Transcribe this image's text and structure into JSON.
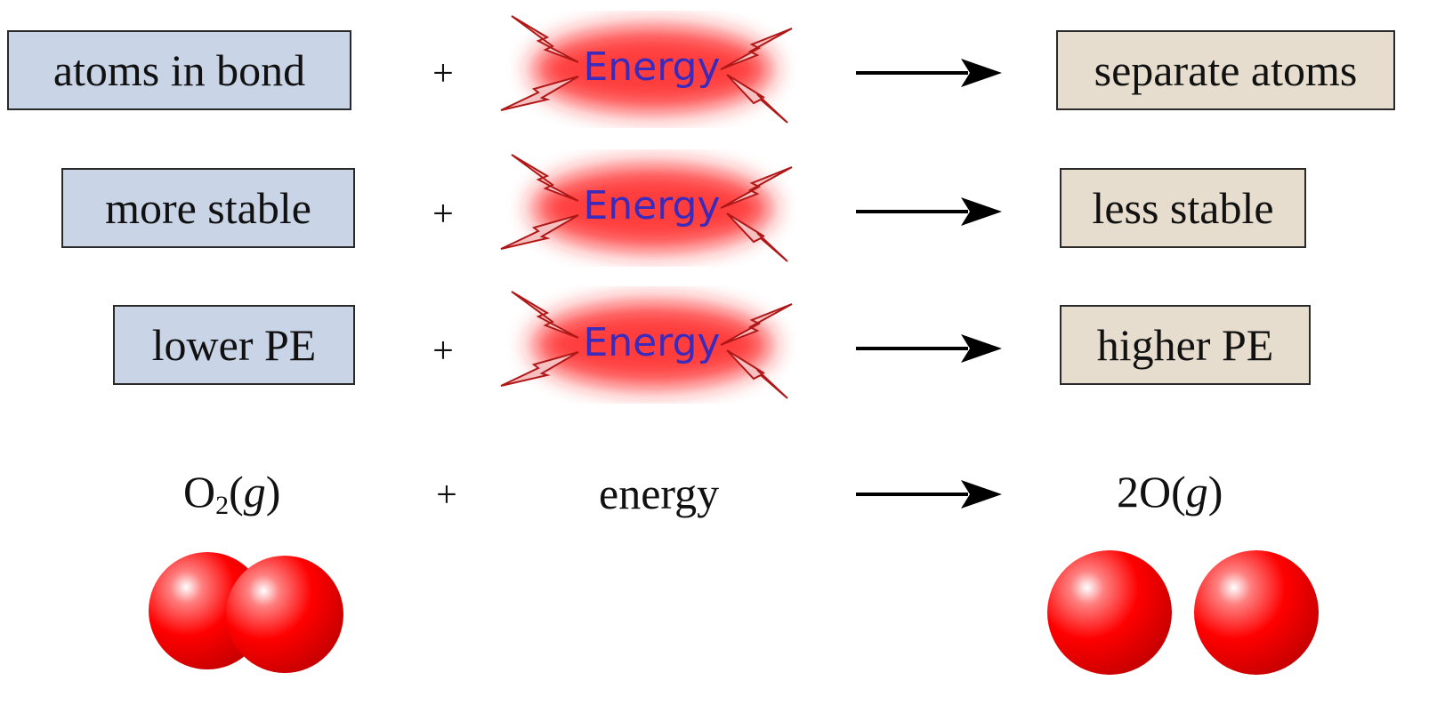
{
  "colors": {
    "left_box_fill": "#c9d5e6",
    "right_box_fill": "#e6ddce",
    "energy_glow": "#ff1a1a",
    "energy_text": "#3a2bbd",
    "bolt_stroke": "#b01818",
    "atom_fill": "#ff0000"
  },
  "rows": [
    {
      "reactant": "atoms in bond",
      "plus": "+",
      "energy": "Energy",
      "product": "separate atoms"
    },
    {
      "reactant": "more stable",
      "plus": "+",
      "energy": "Energy",
      "product": "less stable"
    },
    {
      "reactant": "lower PE",
      "plus": "+",
      "energy": "Energy",
      "product": "higher PE"
    }
  ],
  "equation": {
    "reactant_main": "O",
    "reactant_sub": "2",
    "reactant_open": "(",
    "reactant_state": "g",
    "reactant_close": ")",
    "plus": "+",
    "energy": "energy",
    "product_coef": "2O(",
    "product_state": "g",
    "product_close": ")"
  },
  "icons": {
    "arrow": "right-arrow-icon",
    "energy": "energy-burst-icon",
    "molecule": "o2-molecule-icon",
    "atom": "oxygen-atom-icon"
  }
}
